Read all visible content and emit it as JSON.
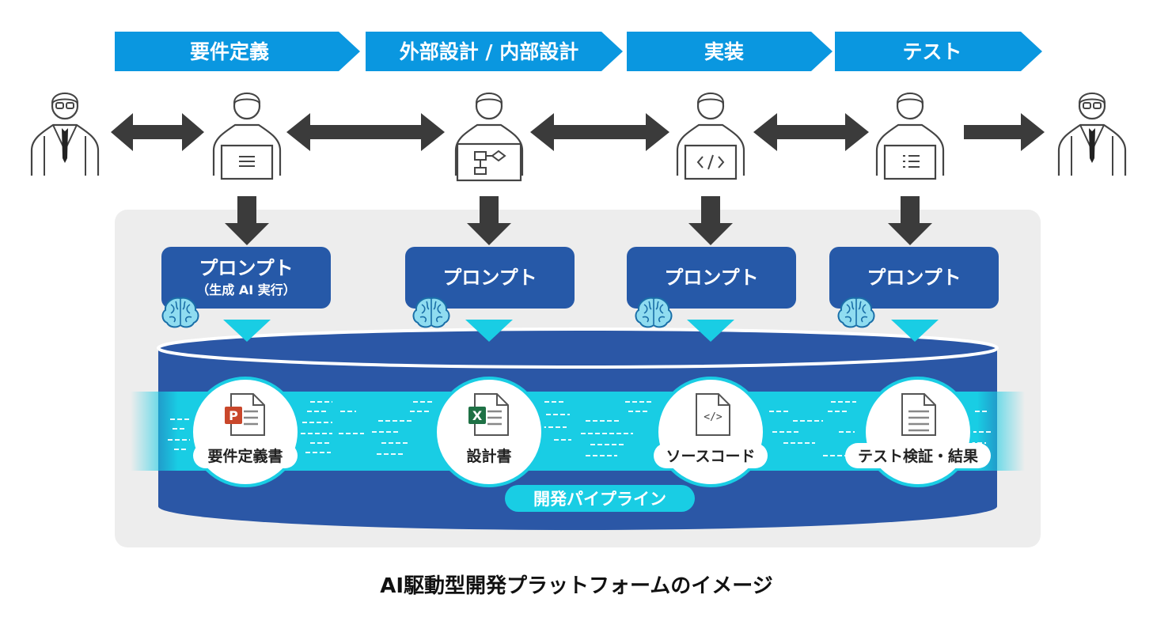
{
  "stages": [
    "要件定義",
    "外部設計 / 内部設計",
    "実装",
    "テスト"
  ],
  "prompts": [
    {
      "label": "プロンプト",
      "sub": "（生成 AI 実行）"
    },
    {
      "label": "プロンプト",
      "sub": ""
    },
    {
      "label": "プロンプト",
      "sub": ""
    },
    {
      "label": "プロンプト",
      "sub": ""
    }
  ],
  "artifacts": [
    {
      "label": "要件定義書",
      "icon": "powerpoint-doc-icon",
      "badge": "P",
      "badge_color": "#c9472b"
    },
    {
      "label": "設計書",
      "icon": "excel-doc-icon",
      "badge": "X",
      "badge_color": "#1e7145"
    },
    {
      "label": "ソースコード",
      "icon": "code-doc-icon",
      "badge": "</>",
      "badge_color": ""
    },
    {
      "label": "テスト検証・結果",
      "icon": "text-doc-icon",
      "badge": "",
      "badge_color": ""
    }
  ],
  "pipeline_label": "開発パイプライン",
  "caption": "AI駆動型開発プラットフォームのイメージ",
  "colors": {
    "stage_arrow": "#0a97e0",
    "prompt_box": "#2659a8",
    "cylinder": "#2b57a6",
    "band": "#19cde4",
    "platform_bg": "#ededed",
    "dark_arrow": "#3b3b3b"
  }
}
